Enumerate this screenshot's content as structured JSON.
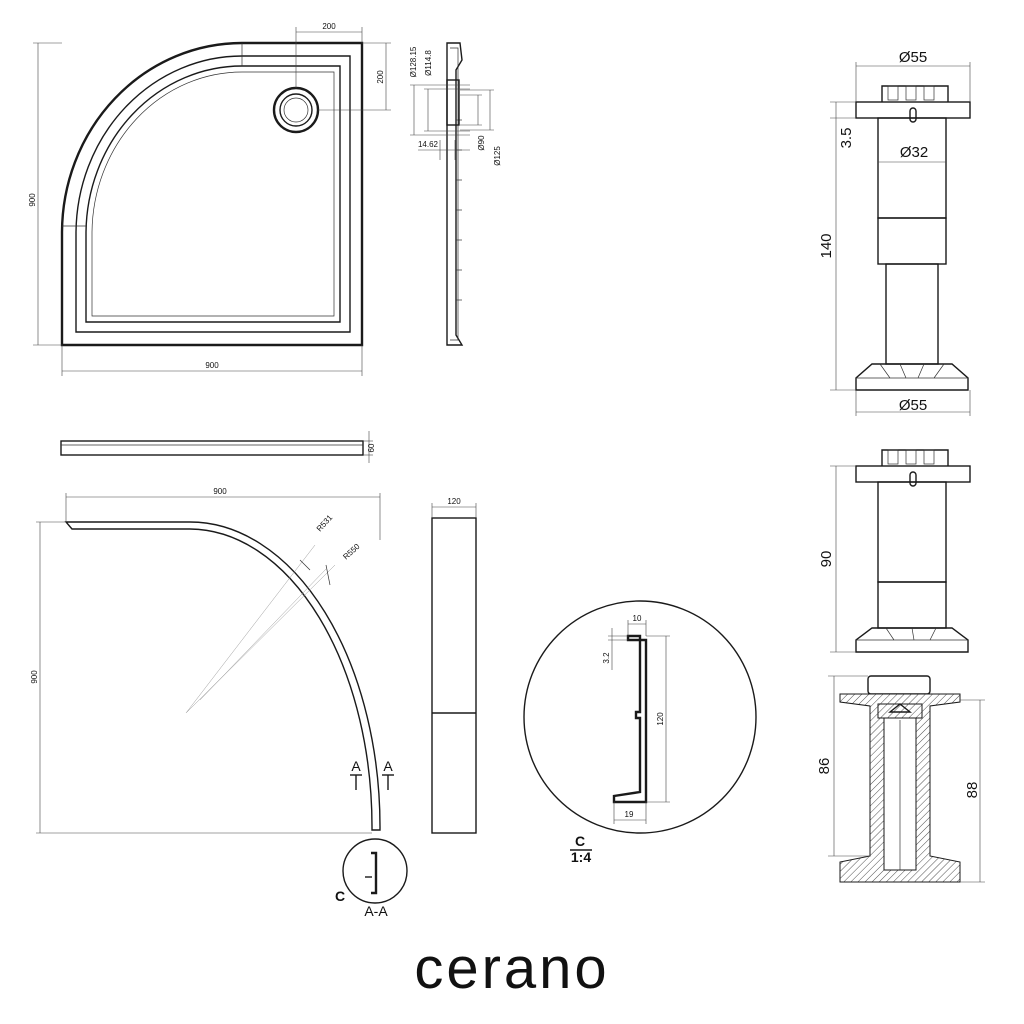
{
  "brand": {
    "logo_text": "cerano"
  },
  "tray_top_view": {
    "dim_width": "900",
    "dim_height": "900",
    "dim_drain_x": "200",
    "dim_drain_y": "200"
  },
  "drain_section": {
    "dia_outer": "Ø128.15",
    "dia_inner": "Ø114.8",
    "dim_offset": "14.62",
    "dia_90": "Ø90",
    "dia_125": "Ø125"
  },
  "tray_side_view": {
    "dim_height": "60"
  },
  "panel_top_view": {
    "dim_width": "900",
    "dim_height": "900",
    "radius_inner": "R531",
    "radius_outer": "R550",
    "section_label_left": "A",
    "section_label_right": "A"
  },
  "panel_front": {
    "dim_height": "120"
  },
  "detail_a": {
    "label": "C",
    "section_label": "A-A"
  },
  "detail_c": {
    "dim_top": "10",
    "dim_lip": "3.2",
    "dim_height": "120",
    "dim_bottom": "19",
    "label": "C",
    "scale": "1:4"
  },
  "foot_tall": {
    "dia_top": "Ø55",
    "dia_shaft": "Ø32",
    "dim_3_5": "3.5",
    "dim_140": "140",
    "dia_bottom": "Ø55"
  },
  "foot_short": {
    "dim_90": "90"
  },
  "foot_section": {
    "dim_86": "86",
    "dim_88": "88"
  }
}
